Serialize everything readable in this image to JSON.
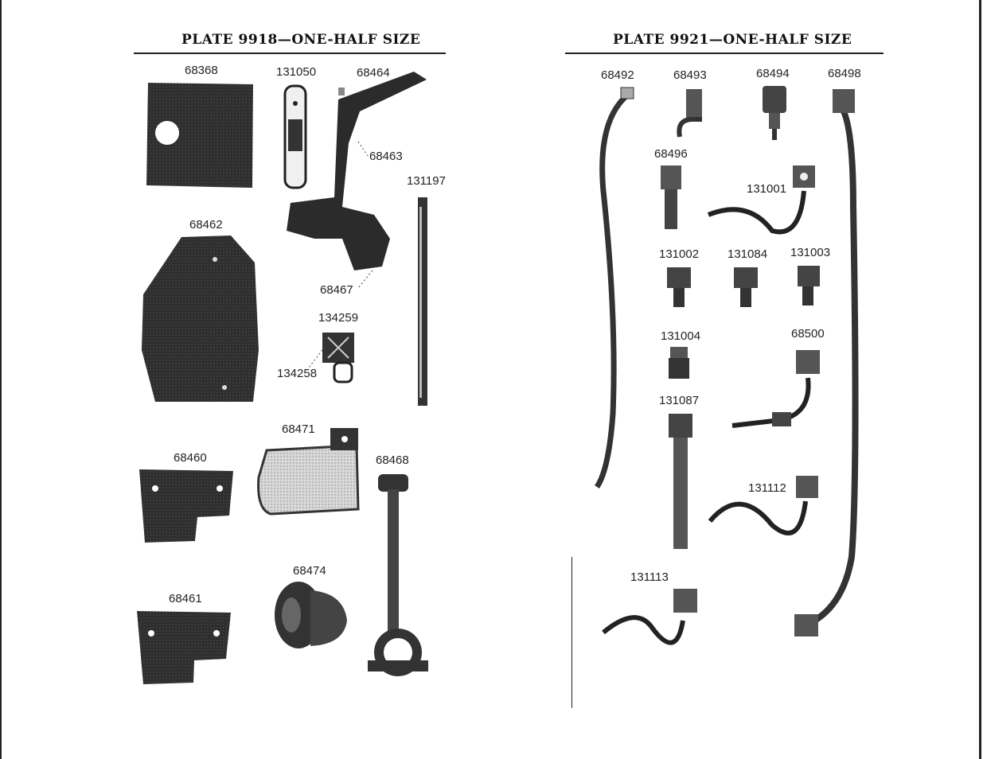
{
  "left_plate": {
    "title": "PLATE 9918—ONE-HALF SIZE",
    "parts": [
      "68368",
      "131050",
      "68464",
      "68463",
      "131197",
      "68462",
      "68467",
      "134259",
      "134258",
      "68471",
      "68460",
      "68468",
      "68474",
      "68461"
    ]
  },
  "right_plate": {
    "title": "PLATE 9921—ONE-HALF SIZE",
    "parts": [
      "68492",
      "68493",
      "68494",
      "68498",
      "68496",
      "131001",
      "131002",
      "131084",
      "131003",
      "131004",
      "68500",
      "131087",
      "131112",
      "131113"
    ]
  }
}
